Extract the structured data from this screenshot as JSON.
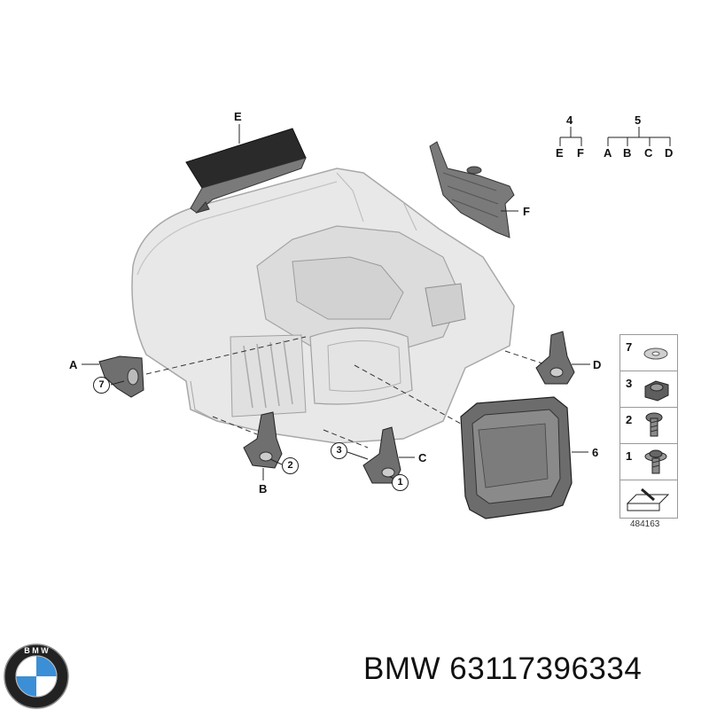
{
  "callouts": {
    "E": "E",
    "F": "F",
    "A": "A",
    "B": "B",
    "C": "C",
    "D": "D",
    "n6": "6",
    "c7": "7",
    "c2": "2",
    "c3": "3",
    "c1": "1"
  },
  "tree": {
    "g4": {
      "parent": "4",
      "children": [
        "E",
        "F"
      ]
    },
    "g5": {
      "parent": "5",
      "children": [
        "A",
        "B",
        "C",
        "D"
      ]
    }
  },
  "legend": [
    {
      "num": "7",
      "icon": "washer-icon"
    },
    {
      "num": "3",
      "icon": "nut-icon"
    },
    {
      "num": "2",
      "icon": "screw-icon"
    },
    {
      "num": "1",
      "icon": "collar-screw-icon"
    }
  ],
  "diagram_id": "484163",
  "brand": {
    "name": "BMW",
    "part_number": "63117396334"
  },
  "colors": {
    "housing": "#e6e6e6",
    "outline": "#9a9a9a",
    "part": "#6f6f6f",
    "dark": "#2a2a2a",
    "logo_blue": "#3a8fd6"
  }
}
